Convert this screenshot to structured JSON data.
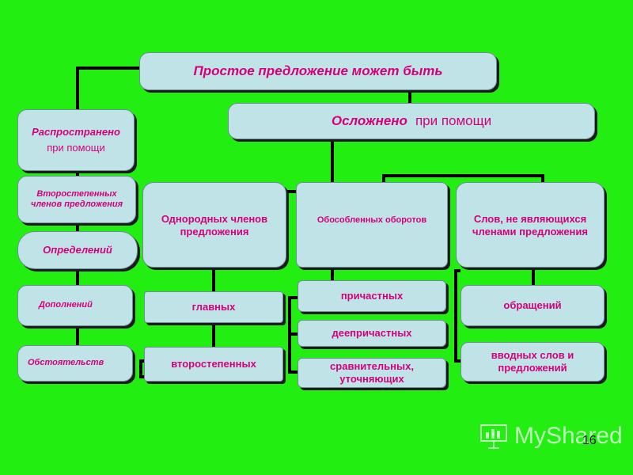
{
  "diagram": {
    "root": "Простое предложение может быть",
    "spread": {
      "title": "Распространено",
      "subtitle": "при помощи",
      "members": "Второстепенных членов предложения",
      "items": [
        "Определений",
        "Дополнений",
        "Обстоятельств"
      ]
    },
    "complicated": {
      "title": "Осложнено",
      "subtitle": "при помощи",
      "homogeneous": {
        "label": "Однородных членов предложения",
        "items": [
          "главных",
          "второстепенных"
        ]
      },
      "isolated": {
        "label": "Обособленных оборотов",
        "items": [
          "причастных",
          "деепричастных",
          "сравнительных, уточняющих"
        ]
      },
      "non_members": {
        "label": "Слов, не являющихся членами предложения",
        "items": [
          "обращений",
          "вводных слов и предложений"
        ]
      }
    }
  },
  "watermark": {
    "text": "MyShared",
    "icon": "presentation-icon"
  },
  "page_number": "16",
  "colors": {
    "background": "#22EE11",
    "box": "#BFE3E6",
    "text": "#D4007A",
    "connector": "#000000"
  }
}
